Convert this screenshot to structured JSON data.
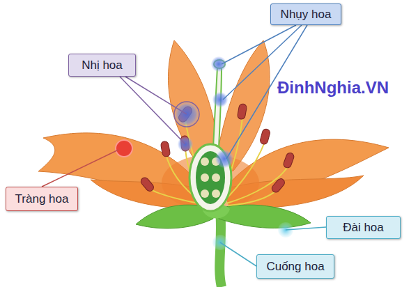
{
  "diagram": {
    "nodes": [
      {
        "text": [
          "Nhụy hoa"
        ]
      },
      {
        "text": [
          "Nhị hoa"
        ]
      },
      {
        "text": [
          "Tràng hoa"
        ]
      },
      {
        "text": [
          "Đài hoa"
        ]
      },
      {
        "text": [
          "Cuống hoa"
        ]
      }
    ],
    "labels": [
      "ĐinhNghia.VN"
    ]
  }
}
